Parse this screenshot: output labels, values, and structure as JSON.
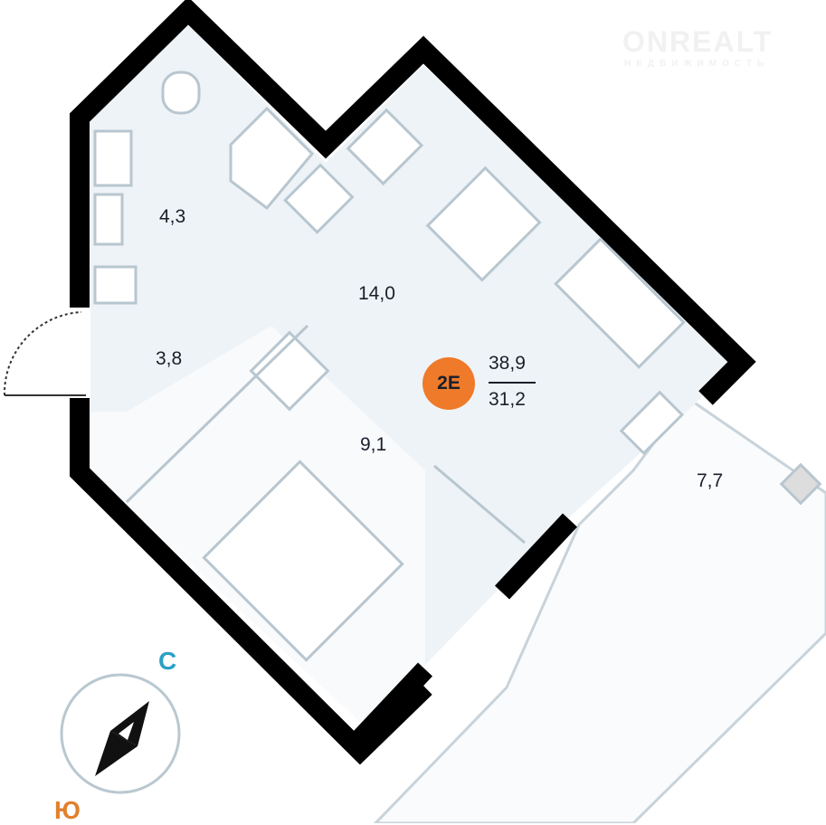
{
  "watermark": {
    "brand": "ONREALT",
    "subtitle": "НЕДВИЖИМОСТЬ"
  },
  "apartment": {
    "code": "2E",
    "total_area": "38,9",
    "living_area": "31,2",
    "badge_color": "#ee7a2a"
  },
  "rooms": {
    "bathroom": "4,3",
    "hall": "3,8",
    "kitchen": "14,0",
    "bedroom": "9,1",
    "balcony": "7,7"
  },
  "compass": {
    "north": "С",
    "south": "Ю",
    "north_color": "#2aa0c4",
    "south_color": "#e2802c"
  }
}
